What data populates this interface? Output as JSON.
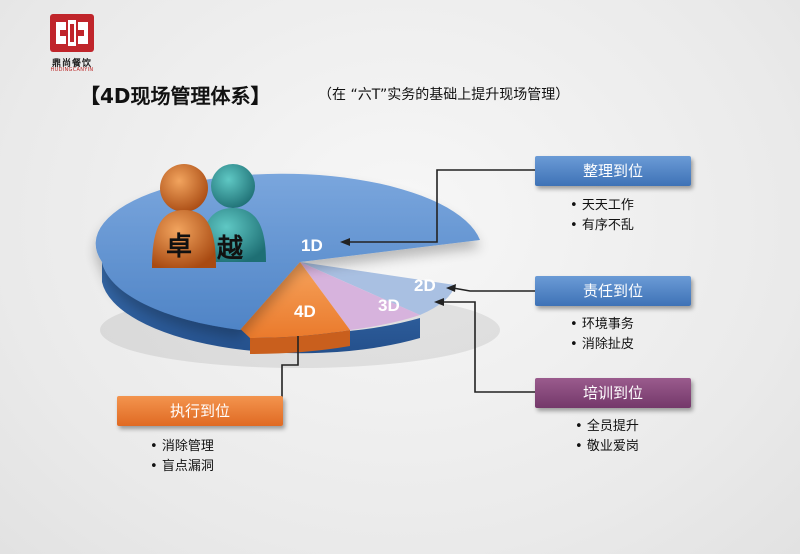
{
  "logo": {
    "name": "鼎尚餐饮",
    "sub": "HUDINGCANYIN",
    "color": "#c0252b"
  },
  "header": {
    "title": "【4D现场管理体系】",
    "subtitle": "（在 “六T”实务的基础上提升现场管理）"
  },
  "figure": {
    "person_labels": [
      "卓",
      "越"
    ],
    "slices": [
      {
        "label": "1D",
        "color": "#5b8fd0"
      },
      {
        "label": "2D",
        "color": "#9fb9df"
      },
      {
        "label": "3D",
        "color": "#c9a3d8"
      },
      {
        "label": "4D",
        "color": "#f08a3a"
      }
    ]
  },
  "boxes": [
    {
      "title": "整理到位",
      "color": "#4f87cb",
      "items": [
        "天天工作",
        "有序不乱"
      ]
    },
    {
      "title": "责任到位",
      "color": "#4f87cb",
      "items": [
        "环境事务",
        "消除扯皮"
      ]
    },
    {
      "title": "培训到位",
      "color": "#8b4a7e",
      "items": [
        "全员提升",
        "敬业爱岗"
      ]
    },
    {
      "title": "执行到位",
      "color": "#ec7a35",
      "items": [
        "消除管理",
        "盲点漏洞"
      ]
    }
  ]
}
